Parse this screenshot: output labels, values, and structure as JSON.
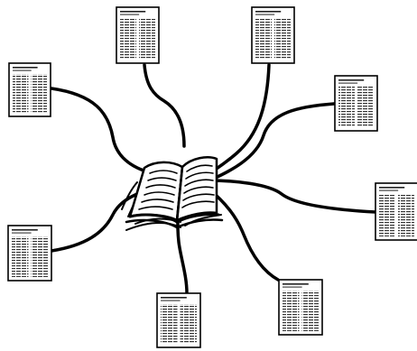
{
  "diagram": {
    "hub": {
      "icon": "open-book-icon"
    },
    "documents": [
      {
        "id": "top-left",
        "icon": "document-page-icon"
      },
      {
        "id": "top-right",
        "icon": "document-page-icon"
      },
      {
        "id": "upper-left",
        "icon": "document-page-icon"
      },
      {
        "id": "upper-right",
        "icon": "document-page-icon"
      },
      {
        "id": "right",
        "icon": "document-page-icon"
      },
      {
        "id": "lower-left",
        "icon": "document-page-icon"
      },
      {
        "id": "bottom-center",
        "icon": "document-page-icon"
      },
      {
        "id": "bottom-right",
        "icon": "document-page-icon"
      }
    ],
    "colors": {
      "ink": "#000000",
      "paper": "#ffffff"
    }
  }
}
